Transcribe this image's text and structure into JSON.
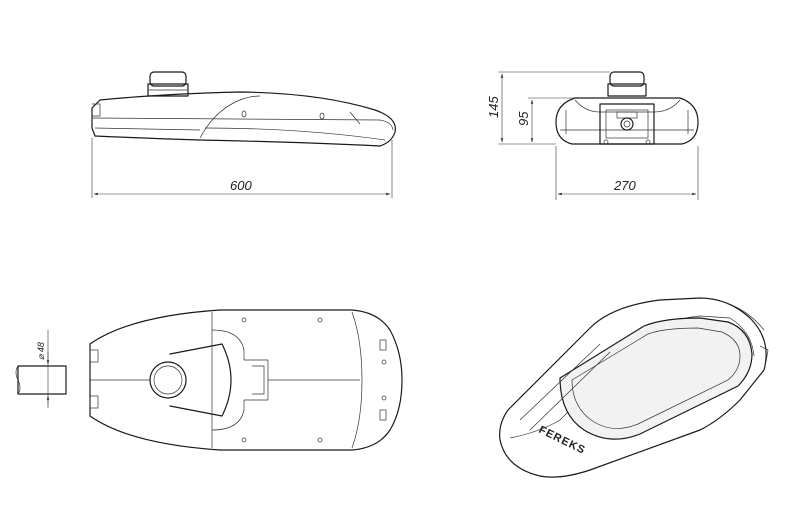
{
  "dimensions": {
    "length": "600",
    "width": "270",
    "height_total": "145",
    "height_body": "95",
    "mount_diameter": "⌀ 48"
  },
  "brand": "FEREKS"
}
